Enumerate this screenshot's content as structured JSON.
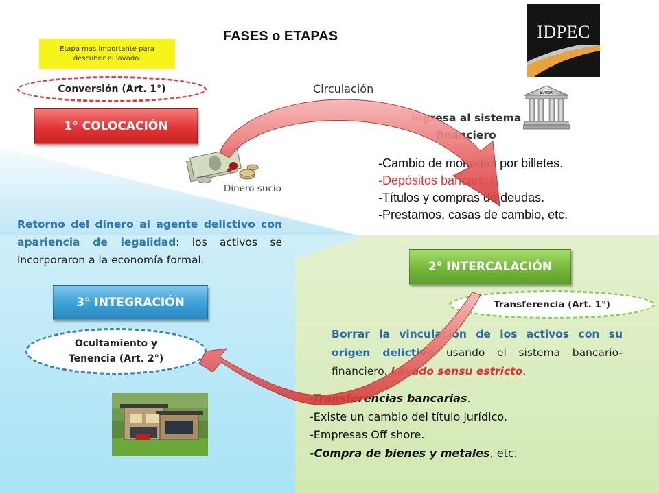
{
  "title": "FASES o ETAPAS",
  "logo_text": "IDPEC",
  "bank_sign": "BANK",
  "note": "Etapa mas importante para descubrir el lavado.",
  "phase1": {
    "label": "1° COLOCACIÓN",
    "article": "Conversión (Art. 1°)",
    "circulation": "Circulación",
    "dirty_money": "Dinero sucio",
    "enters_line1": "Ingresa al sistema",
    "enters_line2": "financiero",
    "items": [
      "-Cambio de monedas por billetes.",
      "-Depósitos bancarios",
      ".",
      "-Títulos y compras de deudas.",
      "-Prestamos, casas de cambio, etc."
    ]
  },
  "phase2": {
    "label": "2° INTERCALACIÓN",
    "article": "Transferencia (Art. 1°)",
    "desc_bold": "Borrar la vinculación de los activos con su origen delictivo",
    "desc_rest": " usando el sistema bancario-financiero. ",
    "desc_red": "Lavado sensu estricto",
    "desc_end": ".",
    "items": [
      "-Transferencias bancarias",
      ".",
      "-Existe un cambio del título jurídico.",
      "-Empresas Off shore.",
      "-Compra de bienes y metales",
      ", etc."
    ]
  },
  "phase3": {
    "label": "3° INTEGRACIÓN",
    "article_line1": "Ocultamiento y",
    "article_line2": "Tenencia (Art. 2°)",
    "desc_bold": "Retorno del dinero al agente delictivo con apariencia de legalidad",
    "desc_rest": ": los activos se incorporaron a la economía formal."
  },
  "colors": {
    "red": "#e23434",
    "green": "#74b939",
    "blue": "#3aa1d7",
    "note_yellow": "#f7f41a"
  }
}
